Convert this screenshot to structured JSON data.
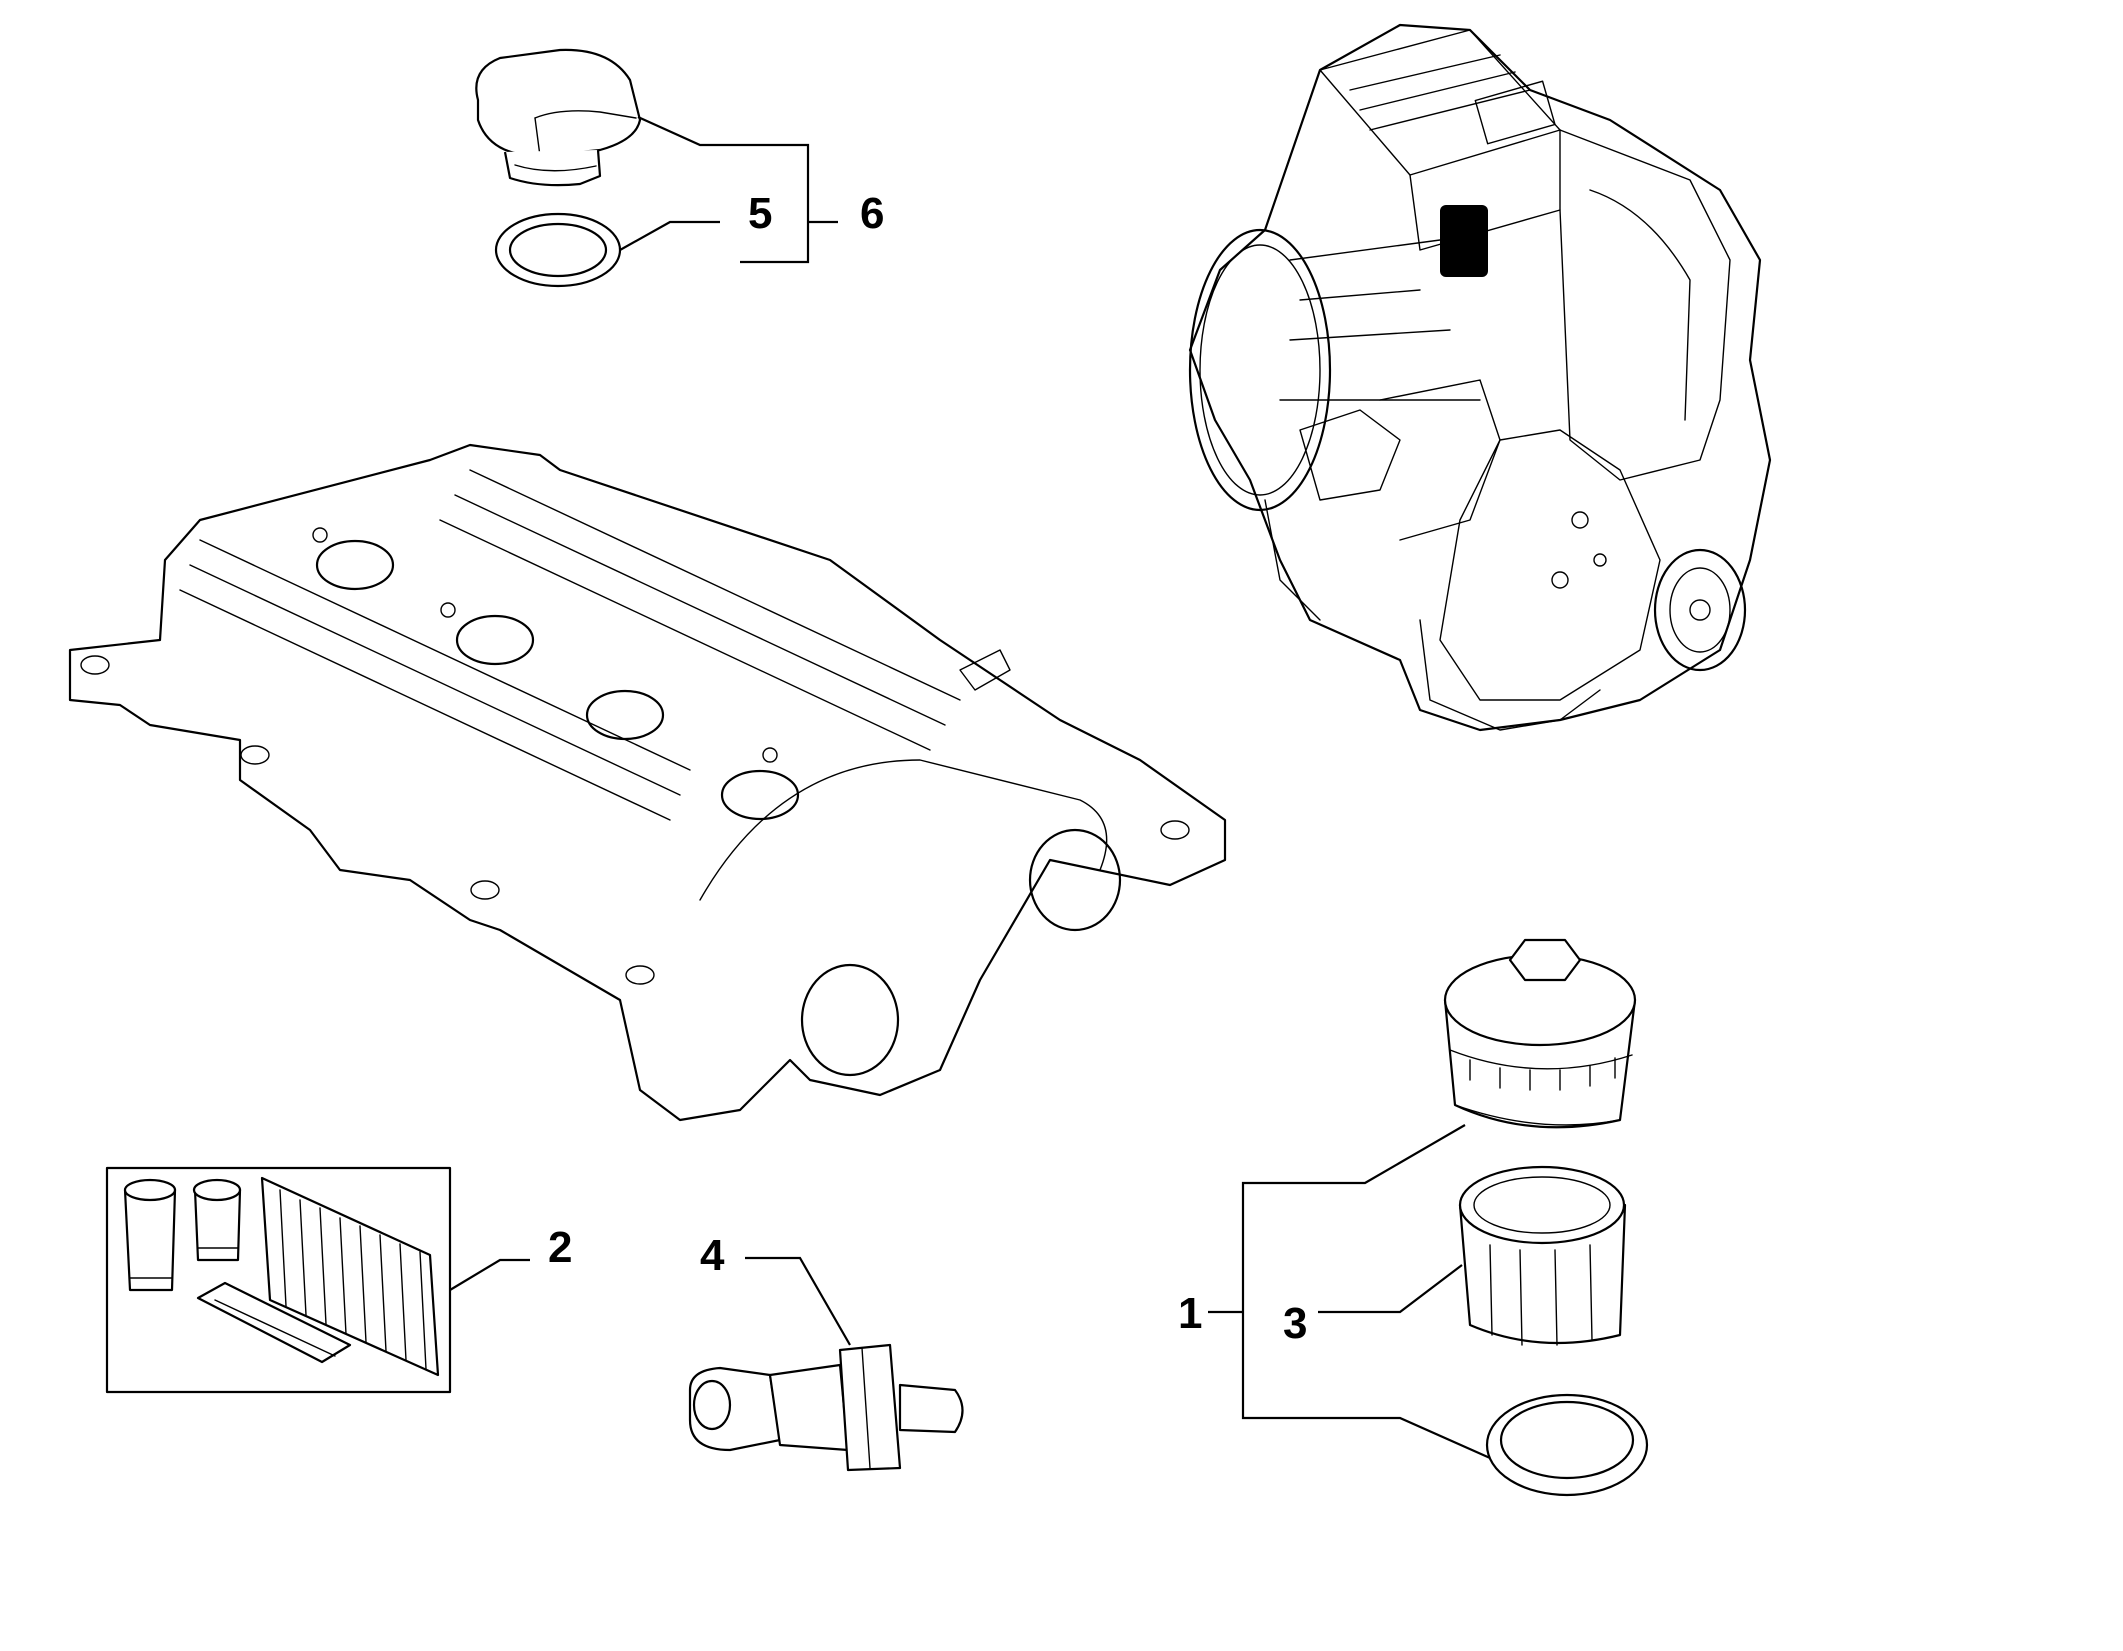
{
  "callouts": {
    "c1": "1",
    "c2": "2",
    "c3": "3",
    "c4": "4",
    "c5": "5",
    "c6": "6"
  },
  "colors": {
    "ink": "#000000",
    "background": "#ffffff"
  }
}
